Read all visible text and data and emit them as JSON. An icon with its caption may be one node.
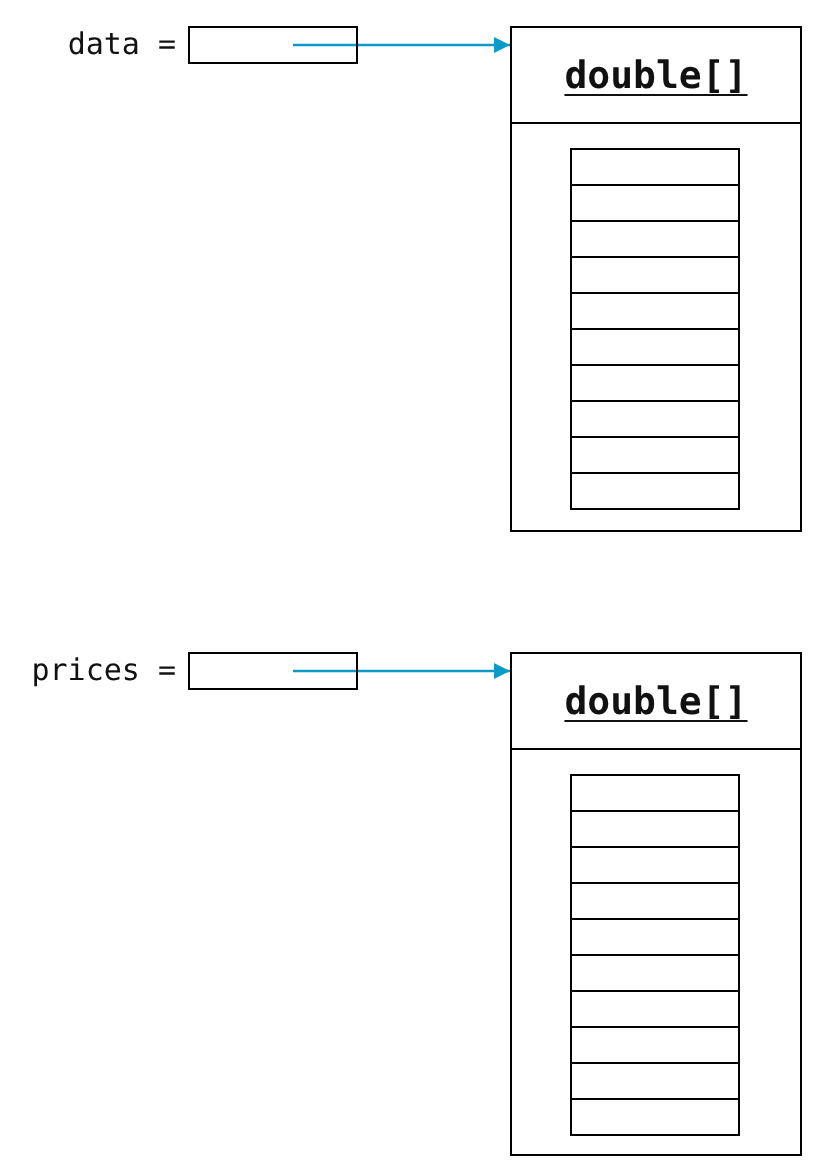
{
  "diagram": {
    "nodes": [
      {
        "text": [],
        "shape": "box",
        "beside": [
          "data ="
        ]
      },
      {
        "text": [
          "double[]"
        ]
      },
      {
        "text": [],
        "shape": "box",
        "in": 1
      },
      {
        "text": [],
        "shape": "box",
        "in": 1
      },
      {
        "text": [],
        "shape": "box",
        "in": 1
      },
      {
        "text": [],
        "shape": "box",
        "in": 1
      },
      {
        "text": [],
        "shape": "box",
        "in": 1
      },
      {
        "text": [],
        "shape": "box",
        "in": 1
      },
      {
        "text": [],
        "shape": "box",
        "in": 1
      },
      {
        "text": [],
        "shape": "box",
        "in": 1
      },
      {
        "text": [],
        "shape": "box",
        "in": 1
      },
      {
        "text": [],
        "shape": "box",
        "in": 1
      },
      {
        "text": [],
        "shape": "box",
        "beside": [
          "prices ="
        ]
      },
      {
        "text": [
          "double[]"
        ]
      },
      {
        "text": [],
        "shape": "box",
        "in": 13
      },
      {
        "text": [],
        "shape": "box",
        "in": 13
      },
      {
        "text": [],
        "shape": "box",
        "in": 13
      },
      {
        "text": [],
        "shape": "box",
        "in": 13
      },
      {
        "text": [],
        "shape": "box",
        "in": 13
      },
      {
        "text": [],
        "shape": "box",
        "in": 13
      },
      {
        "text": [],
        "shape": "box",
        "in": 13
      },
      {
        "text": [],
        "shape": "box",
        "in": 13
      },
      {
        "text": [],
        "shape": "box",
        "in": 13
      },
      {
        "text": [],
        "shape": "box",
        "in": 13
      }
    ],
    "edges": [
      {
        "from": 0,
        "to": 1,
        "arrow": "to"
      },
      {
        "from": 12,
        "to": 13,
        "arrow": "to"
      }
    ]
  }
}
